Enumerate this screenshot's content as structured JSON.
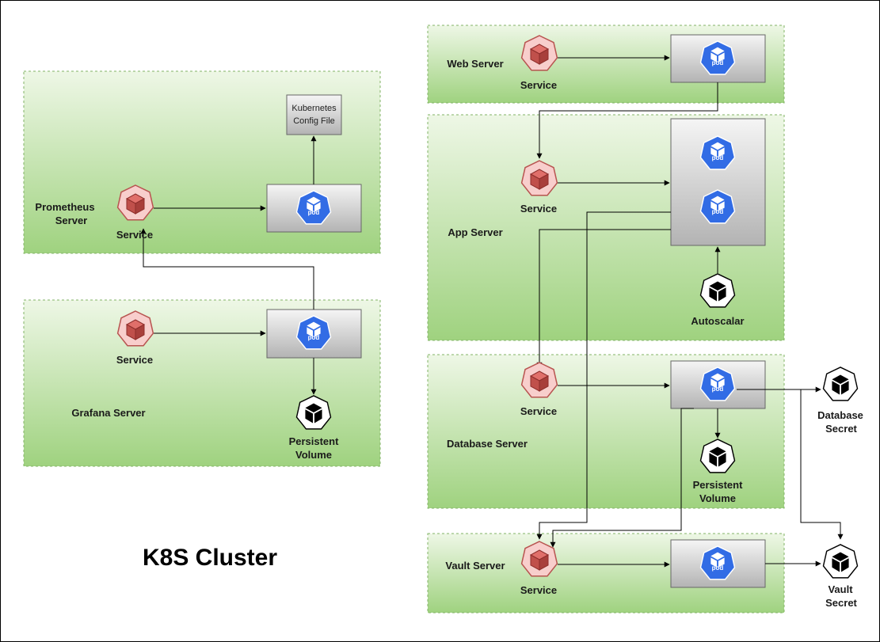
{
  "title": "K8S Cluster",
  "colors": {
    "group_fill_top": "#eef7e6",
    "group_fill_bottom": "#9fd27f",
    "group_border": "#82b366",
    "service_fill": "#f8cecc",
    "service_stroke": "#b85450",
    "pod_blue": "#326ce5",
    "box_top": "#f5f5f5",
    "box_bottom": "#b3b3b3"
  },
  "icons": {
    "service": "service-icon",
    "pod": "pod-icon",
    "black": "black-hex-cube-icon"
  },
  "groups": {
    "prometheus": {
      "label": "Prometheus Server",
      "label_lines": [
        "Prometheus",
        "Server"
      ]
    },
    "grafana": {
      "label": "Grafana Server"
    },
    "web": {
      "label": "Web Server"
    },
    "app": {
      "label": "App Server"
    },
    "database": {
      "label": "Database Server"
    },
    "vault": {
      "label": "Vault Server"
    }
  },
  "labels": {
    "service": "Service",
    "pod": "pod",
    "config_file_lines": [
      "Kubernetes",
      "Config File"
    ],
    "persistent_volume_lines": [
      "Persistent",
      "Volume"
    ],
    "autoscalar": "Autoscalar",
    "database_secret_lines": [
      "Database",
      "Secret"
    ],
    "vault_secret_lines": [
      "Vault",
      "Secret"
    ]
  }
}
